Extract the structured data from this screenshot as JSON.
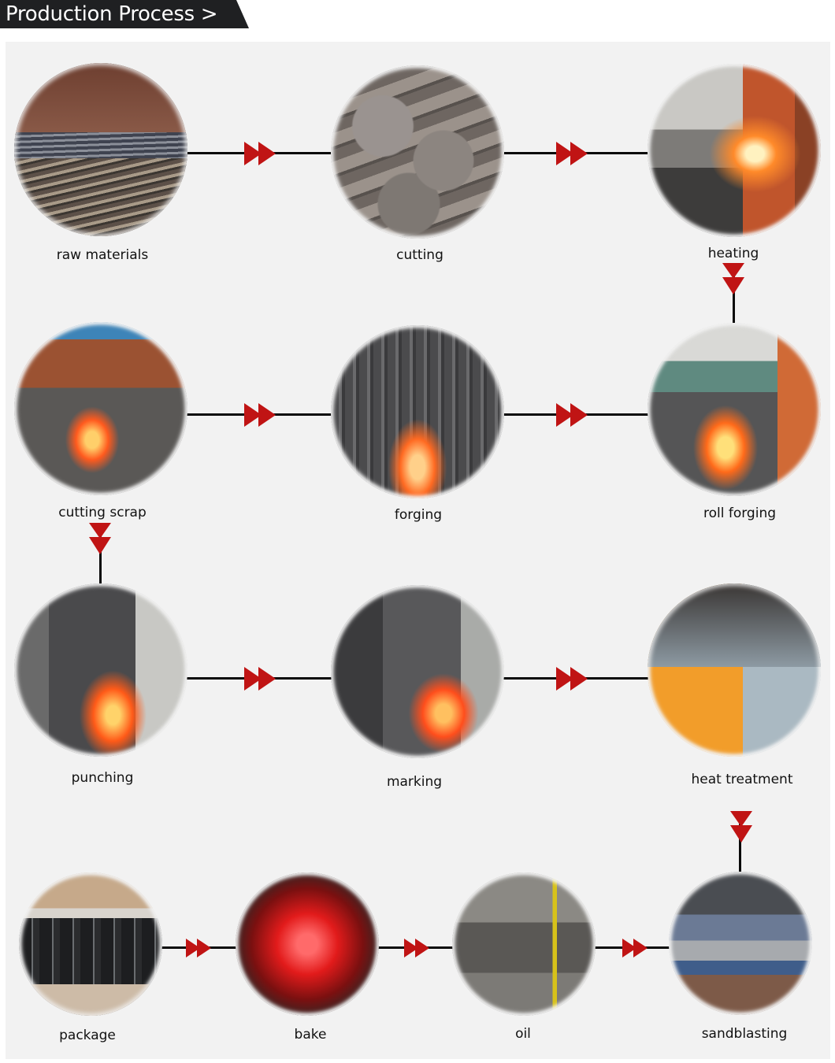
{
  "header": {
    "title": "Production Process >"
  },
  "colors": {
    "header_bg": "#1f2022",
    "panel_bg": "#f2f2f2",
    "arrow": "#c01414",
    "line": "#0a0a0a",
    "label_text": "#111111"
  },
  "icons": {
    "arrow_right": "double-chevron-right-icon",
    "arrow_down": "double-chevron-down-icon"
  },
  "steps": [
    {
      "order": 1,
      "label": "raw materials",
      "image": "steel bar stock in warehouse"
    },
    {
      "order": 2,
      "label": "cutting",
      "image": "cut steel billets"
    },
    {
      "order": 3,
      "label": "heating",
      "image": "induction heating furnace"
    },
    {
      "order": 4,
      "label": "roll forging",
      "image": "roll forging machine"
    },
    {
      "order": 5,
      "label": "forging",
      "image": "forging press with hot part"
    },
    {
      "order": 6,
      "label": "cutting scrap",
      "image": "trimming press"
    },
    {
      "order": 7,
      "label": "punching",
      "image": "punching press with hot tooth"
    },
    {
      "order": 8,
      "label": "marking",
      "image": "marking press"
    },
    {
      "order": 9,
      "label": "heat treatment",
      "image": "heat treatment line"
    },
    {
      "order": 10,
      "label": "sandblasting",
      "image": "shot blasting machine"
    },
    {
      "order": 11,
      "label": "oil",
      "image": "oil dipping tank"
    },
    {
      "order": 12,
      "label": "bake",
      "image": "red baking oven"
    },
    {
      "order": 13,
      "label": "package",
      "image": "packed bucket teeth in crate"
    }
  ]
}
